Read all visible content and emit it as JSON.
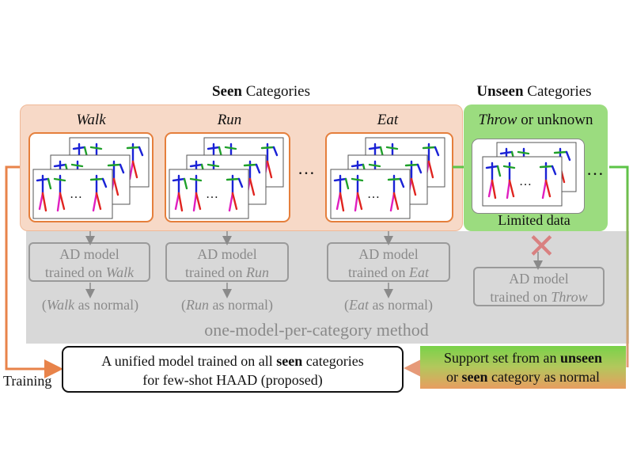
{
  "headers": {
    "seen_bold": "Seen",
    "seen_rest": " Categories",
    "unseen_bold": "Unseen",
    "unseen_rest": " Categories"
  },
  "categories": {
    "walk": "Walk",
    "run": "Run",
    "eat": "Eat",
    "throw": "Throw",
    "throw_suffix": " or unknown"
  },
  "ellipsis": "…",
  "limited_data": "Limited data",
  "ad_models": [
    {
      "line1": "AD model",
      "line2_prefix": "trained on ",
      "category": "Walk"
    },
    {
      "line1": "AD model",
      "line2_prefix": "trained on ",
      "category": "Run"
    },
    {
      "line1": "AD model",
      "line2_prefix": "trained on ",
      "category": "Eat"
    },
    {
      "line1": "AD model",
      "line2_prefix": "trained on ",
      "category": "Throw"
    }
  ],
  "normals": [
    {
      "open": "(",
      "category": "Walk",
      "rest": " as normal)"
    },
    {
      "open": "(",
      "category": "Run",
      "rest": " as normal)"
    },
    {
      "open": "(",
      "category": "Eat",
      "rest": " as normal)"
    }
  ],
  "method_label": "one-model-per-category method",
  "unified": {
    "line1_a": "A unified model trained on all ",
    "line1_bold": "seen",
    "line1_b": " categories",
    "line2": "for few-shot HAAD (proposed)"
  },
  "support": {
    "line1_a": "Support set from an ",
    "line1_bold": "unseen",
    "line2_a": "or ",
    "line2_bold": "seen",
    "line2_b": " category as normal"
  },
  "training_label": "Training",
  "colors": {
    "seen_panel": "#f7d9c7",
    "unseen_panel": "#9bdc7f",
    "frame_border": "#e57f3c",
    "gray_band": "#d8d8d8",
    "cross": "#d98080",
    "arrow_orange": "#e8834a",
    "arrow_green": "#5cc447"
  }
}
